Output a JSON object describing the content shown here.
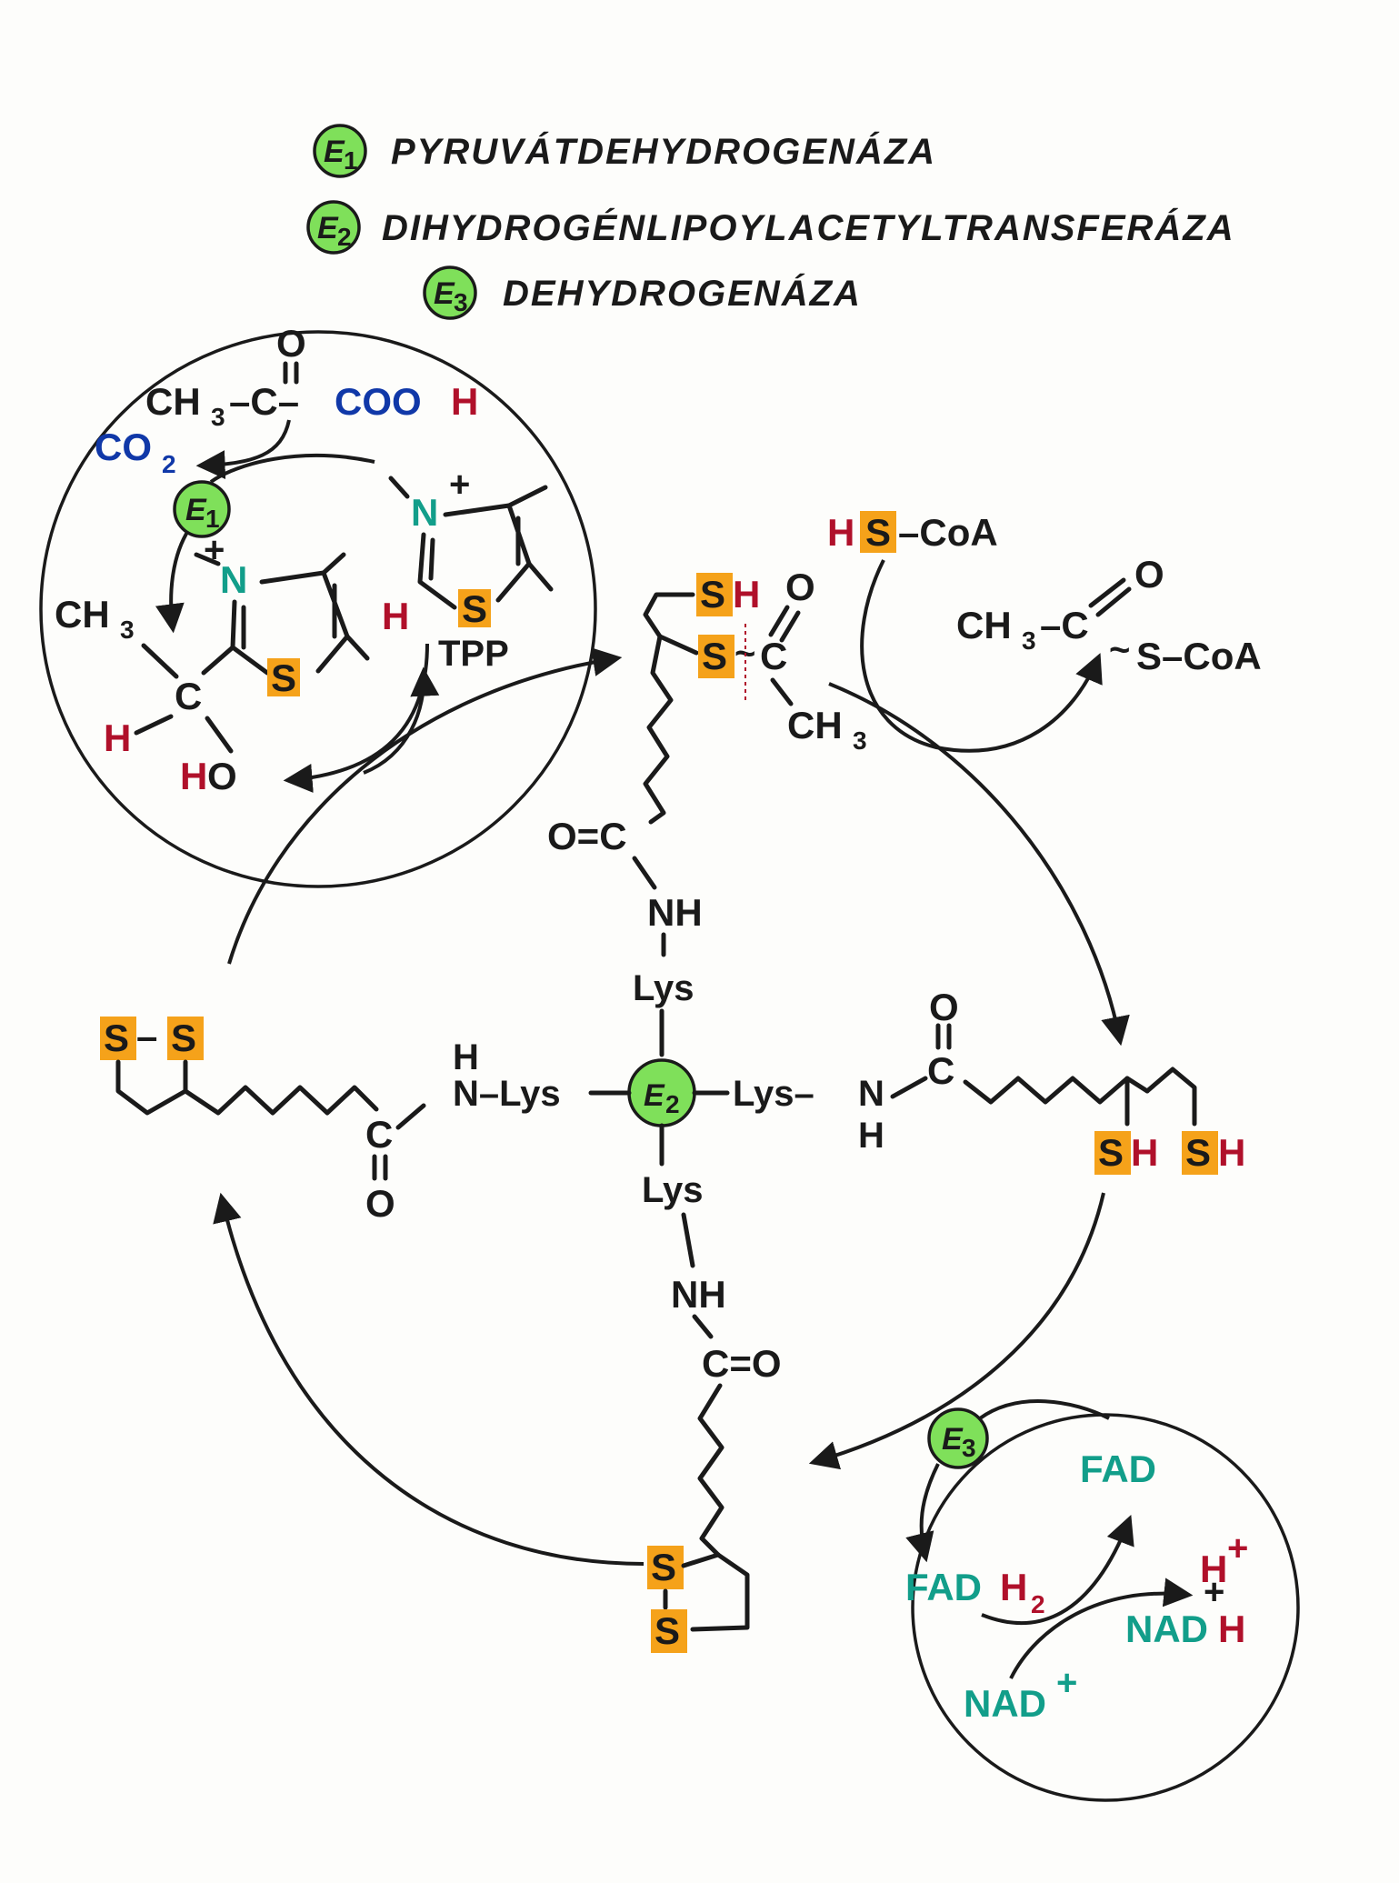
{
  "legend": [
    {
      "sym": "E",
      "sub": "1",
      "name": "PYRUVÁTDEHYDROGENÁZA"
    },
    {
      "sym": "E",
      "sub": "2",
      "name": "DIHYDROGÉNLIPOYLACETYLTRANSFERÁZA"
    },
    {
      "sym": "E",
      "sub": "3",
      "name": "DEHYDROGENÁZA"
    }
  ],
  "tpp_panel": {
    "keto_o": "O",
    "pyruvate_ch": "CH",
    "pyruvate_sub": "3",
    "pyruvate_mid": "–C–",
    "pyruvate_cooh": "COO",
    "pyruvate_h": "H",
    "co2": "CO",
    "co2_sub": "2",
    "n_label": "N",
    "plus": "+",
    "s_label": "S",
    "h_label": "H",
    "tpp": "TPP",
    "ch3_left": "CH",
    "ch3_sub": "3",
    "c_label": "C",
    "ho_h": "H",
    "ho_o": "O"
  },
  "coa": {
    "hscoa_h": "H",
    "hscoa_s": "S",
    "hscoa_rest": "–CoA",
    "acetyl_ch": "CH",
    "acetyl_sub": "3",
    "acetyl_c": "–C",
    "acetyl_o": "O",
    "acetyl_tail": "S–CoA",
    "tilde": "~"
  },
  "top_arm": {
    "sh_s": "S",
    "sh_h": "H",
    "s_label": "S",
    "tilde": "~",
    "c_label": "C",
    "o_label": "O",
    "ch3": "CH",
    "ch3_sub": "3",
    "oc": "O=C",
    "nh": "NH",
    "lys": "Lys"
  },
  "hub": {
    "e2": "E",
    "e2_sub": "2",
    "left_lys": "N–Lys",
    "left_h": "H",
    "right_lys": "Lys–",
    "right_n": "N",
    "right_h": "H",
    "bottom_lys": "Lys"
  },
  "left_arm": {
    "s1": "S",
    "dash": "–",
    "s2": "S",
    "c_label": "C",
    "o_label": "O"
  },
  "right_arm": {
    "o_label": "O",
    "c_label": "C",
    "sh1_s": "S",
    "sh1_h": "H",
    "sh2_s": "S",
    "sh2_h": "H"
  },
  "bottom_arm": {
    "nh": "NH",
    "co": "C=O",
    "s1": "S",
    "s2": "S"
  },
  "e3_panel": {
    "e3": "E",
    "e3_sub": "3",
    "fad": "FAD",
    "fadh2_fad": "FAD",
    "fadh2_h": "H",
    "fadh2_sub": "2",
    "hplus_h": "H",
    "hplus_plus": "+",
    "plus": "+",
    "nadh_nad": "NAD",
    "nadh_h": "H",
    "nadplus": "NAD",
    "nadplus_plus": "+"
  },
  "colors": {
    "enzyme_green": "#7fe05a",
    "sulfur_box": "#f5a21a",
    "hydrogen_red": "#b0102a",
    "carboxyl_blue": "#1038a8",
    "nitrogen_teal": "#129e8a"
  }
}
